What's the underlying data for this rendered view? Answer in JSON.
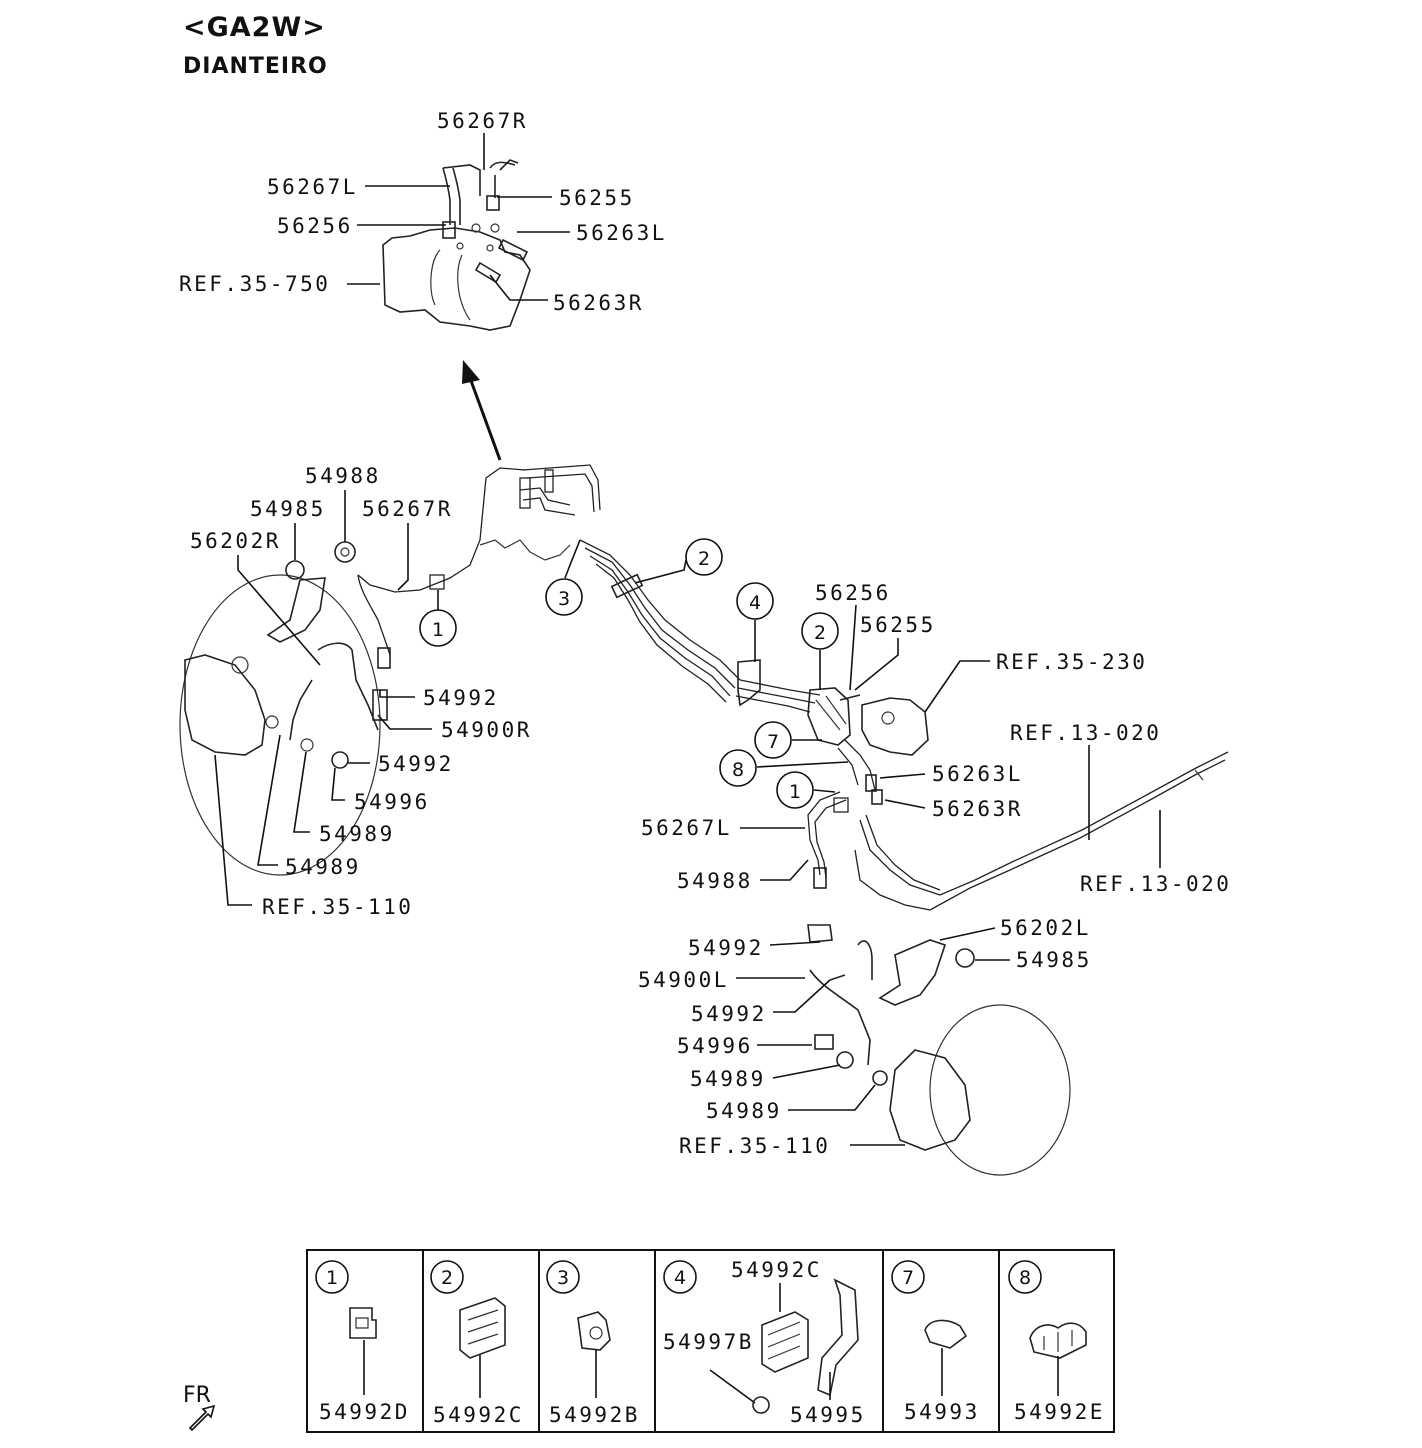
{
  "header": {
    "model": "<GA2W>",
    "section": "DIANTEIRO"
  },
  "callouts": {
    "top_56267R": "56267R",
    "top_56267L": "56267L",
    "top_56255": "56255",
    "top_56256": "56256",
    "top_56263L": "56263L",
    "top_ref_35_750": "REF.35-750",
    "top_56263R": "56263R",
    "l_54988": "54988",
    "l_54985": "54985",
    "l_56267R": "56267R",
    "l_56202R": "56202R",
    "l_54992a": "54992",
    "l_54900R": "54900R",
    "l_54992b": "54992",
    "l_54996": "54996",
    "l_54989a": "54989",
    "l_54989b": "54989",
    "l_ref_35_110": "REF.35-110",
    "m_56256": "56256",
    "m_56255": "56255",
    "m_ref_35_230": "REF.35-230",
    "m_ref_13_020a": "REF.13-020",
    "m_56263L": "56263L",
    "m_56263R": "56263R",
    "m_56267L": "56267L",
    "m_54988": "54988",
    "m_ref_13_020b": "REF.13-020",
    "r_56202L": "56202L",
    "r_54992a": "54992",
    "r_54985": "54985",
    "r_54900L": "54900L",
    "r_54992b": "54992",
    "r_54996": "54996",
    "r_54989a": "54989",
    "r_54989b": "54989",
    "r_ref_35_110": "REF.35-110"
  },
  "circle_numbers": {
    "c1_left": "1",
    "c2_mid": "2",
    "c3": "3",
    "c4": "4",
    "c2_right": "2",
    "c7": "7",
    "c8": "8",
    "c1_right": "1"
  },
  "legend": [
    {
      "num": "1",
      "part": "54992D"
    },
    {
      "num": "2",
      "part": "54992C"
    },
    {
      "num": "3",
      "part": "54992B"
    },
    {
      "num": "4",
      "part_top": "54992C",
      "part_left": "54997B",
      "part_bottom": "54995"
    },
    {
      "num": "7",
      "part": "54993"
    },
    {
      "num": "8",
      "part": "54992E"
    }
  ],
  "orientation": {
    "label": "FR"
  }
}
